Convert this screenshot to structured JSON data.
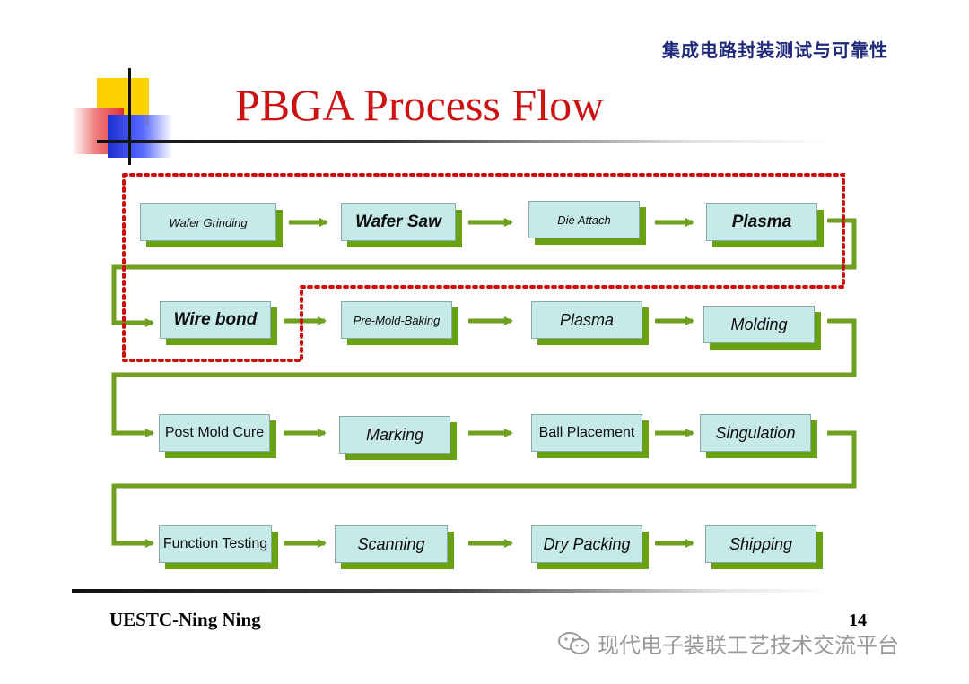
{
  "header": {
    "subtitle_cn": "集成电路封装测试与可靠性"
  },
  "title": "PBGA Process Flow",
  "steps": [
    "Wafer  Grinding",
    "Wafer  Saw",
    "Die  Attach",
    "Plasma",
    "Wire bond",
    "Pre-Mold-Baking",
    "Plasma",
    "Molding",
    "Post Mold Cure",
    "Marking",
    "Ball Placement",
    "Singulation",
    "Function Testing",
    "Scanning",
    "Dry Packing",
    "Shipping"
  ],
  "footer": {
    "author": "UESTC-Ning Ning",
    "page": "14"
  },
  "watermark": {
    "text": "现代电子装联工艺技术交流平台"
  },
  "colors": {
    "title": "#cc1212",
    "box_fill": "#c6eae8",
    "box_shadow": "#68a213",
    "arrow": "#6fa020",
    "highlight_border": "#d01010"
  }
}
